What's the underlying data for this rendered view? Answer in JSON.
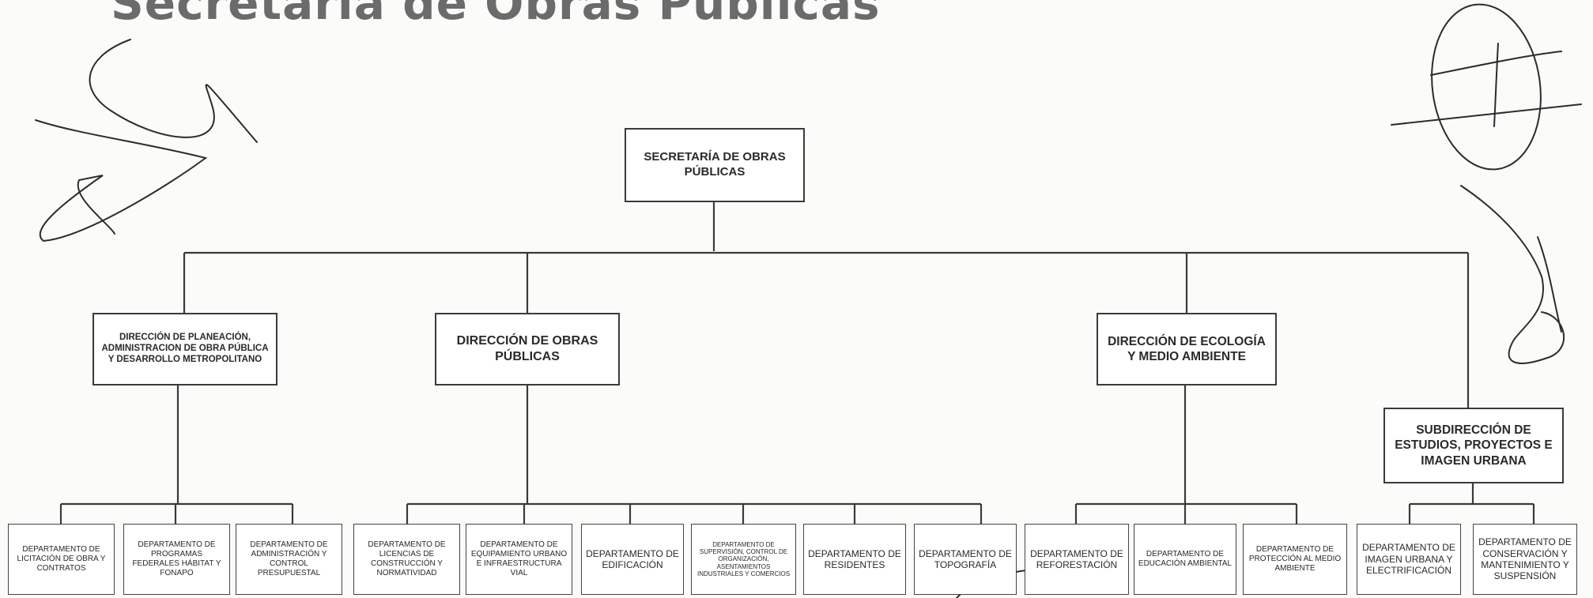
{
  "document": {
    "title": "Secretaría de Obras Públicas"
  },
  "org_chart": {
    "root": "SECRETARÍA DE OBRAS PÚBLICAS",
    "directions": [
      "DIRECCIÓN DE PLANEACIÓN, ADMINISTRACION DE OBRA PÚBLICA Y DESARROLLO METROPOLITANO",
      "DIRECCIÓN DE OBRAS PÚBLICAS",
      "DIRECCIÓN DE ECOLOGÍA Y MEDIO AMBIENTE",
      "SUBDIRECCIÓN DE ESTUDIOS, PROYECTOS E IMAGEN URBANA"
    ],
    "departments": [
      "DEPARTAMENTO DE LICITACIÓN DE OBRA Y CONTRATOS",
      "DEPARTAMENTO DE PROGRAMAS FEDERALES HÁBITAT Y FONAPO",
      "DEPARTAMENTO DE ADMINISTRACIÓN Y CONTROL PRESUPUESTAL",
      "DEPARTAMENTO DE LICENCIAS DE CONSTRUCCIÓN Y NORMATIVIDAD",
      "DEPARTAMENTO DE EQUIPAMIENTO URBANO E INFRAESTRUCTURA VIAL",
      "DEPARTAMENTO DE EDIFICACIÓN",
      "DEPARTAMENTO DE SUPERVISIÓN, CONTROL DE ORGANIZACIÓN, ASENTAMIENTOS INDUSTRIALES Y COMERCIOS",
      "DEPARTAMENTO DE RESIDENTES",
      "DEPARTAMENTO DE TOPOGRAFÍA",
      "DEPARTAMENTO DE REFORESTACIÓN",
      "DEPARTAMENTO DE EDUCACIÓN AMBIENTAL",
      "DEPARTAMENTO DE PROTECCIÓN AL MEDIO AMBIENTE",
      "DEPARTAMENTO DE IMAGEN URBANA Y ELECTRIFICACIÓN",
      "DEPARTAMENTO DE CONSERVACIÓN Y MANTENIMIENTO Y SUSPENSIÓN"
    ]
  },
  "colors": {
    "ink": "#3a3a3a",
    "title": "#6b6b6b",
    "paper": "#fbfbf9"
  }
}
